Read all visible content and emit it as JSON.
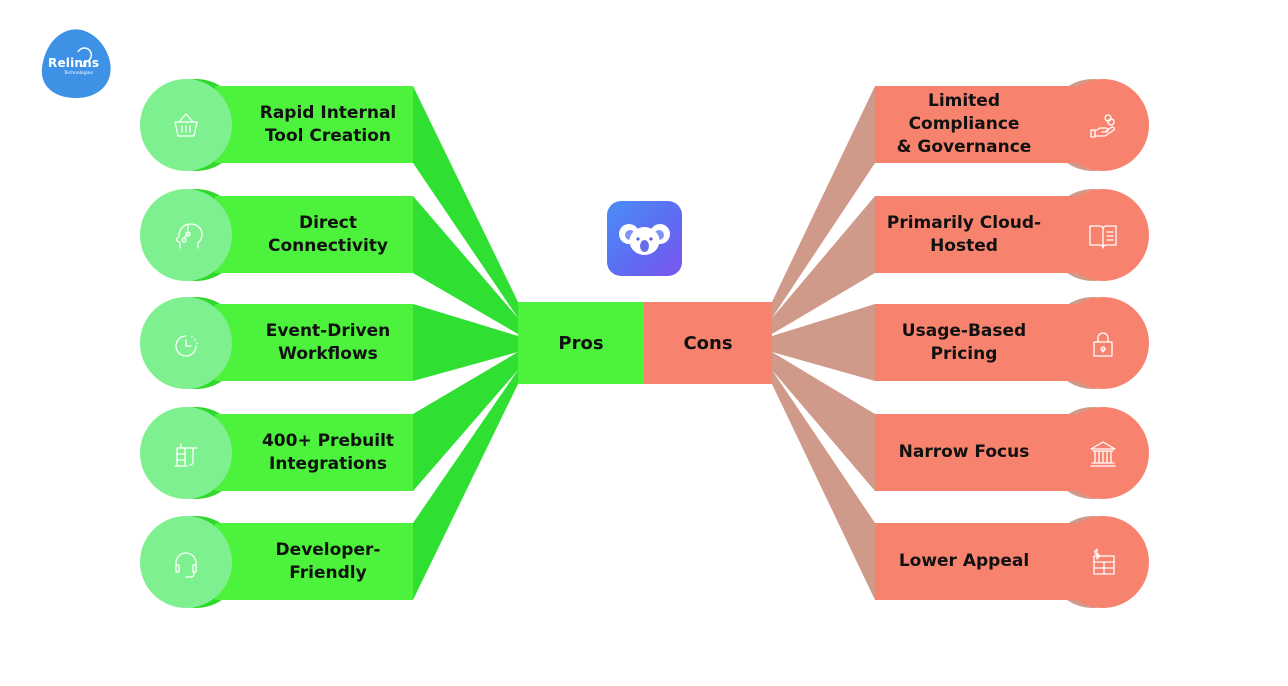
{
  "brand": {
    "name": "Relinns",
    "tagline": "Technologies",
    "color": "#3d92e6"
  },
  "app_icon": {
    "name": "koala-app-icon",
    "gradient": [
      "#4a8ff5",
      "#7b55ee"
    ]
  },
  "center": {
    "pros_label": "Pros",
    "cons_label": "Cons"
  },
  "colors": {
    "pro_bar": "#4cf23b",
    "pro_fan": "#2fe032",
    "pro_circle": "#7ff08f",
    "con_bar": "#f7836e",
    "con_fan": "#cf9a8a",
    "con_circle": "#f7836e"
  },
  "pros": [
    {
      "line1": "Rapid Internal",
      "line2": "Tool Creation",
      "icon": "basket-icon"
    },
    {
      "line1": "Direct",
      "line2": "Connectivity",
      "icon": "head-circuit-icon"
    },
    {
      "line1": "Event-Driven",
      "line2": "Workflows",
      "icon": "clock-icon"
    },
    {
      "line1": "400+ Prebuilt",
      "line2": "Integrations",
      "icon": "crane-icon"
    },
    {
      "line1": "Developer-",
      "line2": "Friendly",
      "icon": "headset-icon"
    }
  ],
  "cons": [
    {
      "line1": "Limited Compliance",
      "line2": "& Governance",
      "icon": "hand-coins-icon"
    },
    {
      "line1": "Primarily Cloud-",
      "line2": "Hosted",
      "icon": "book-icon"
    },
    {
      "line1": "Usage-Based",
      "line2": "Pricing",
      "icon": "lock-icon"
    },
    {
      "line1": "Narrow Focus",
      "line2": "",
      "icon": "bank-icon"
    },
    {
      "line1": "Lower Appeal",
      "line2": "",
      "icon": "pricing-table-icon"
    }
  ]
}
